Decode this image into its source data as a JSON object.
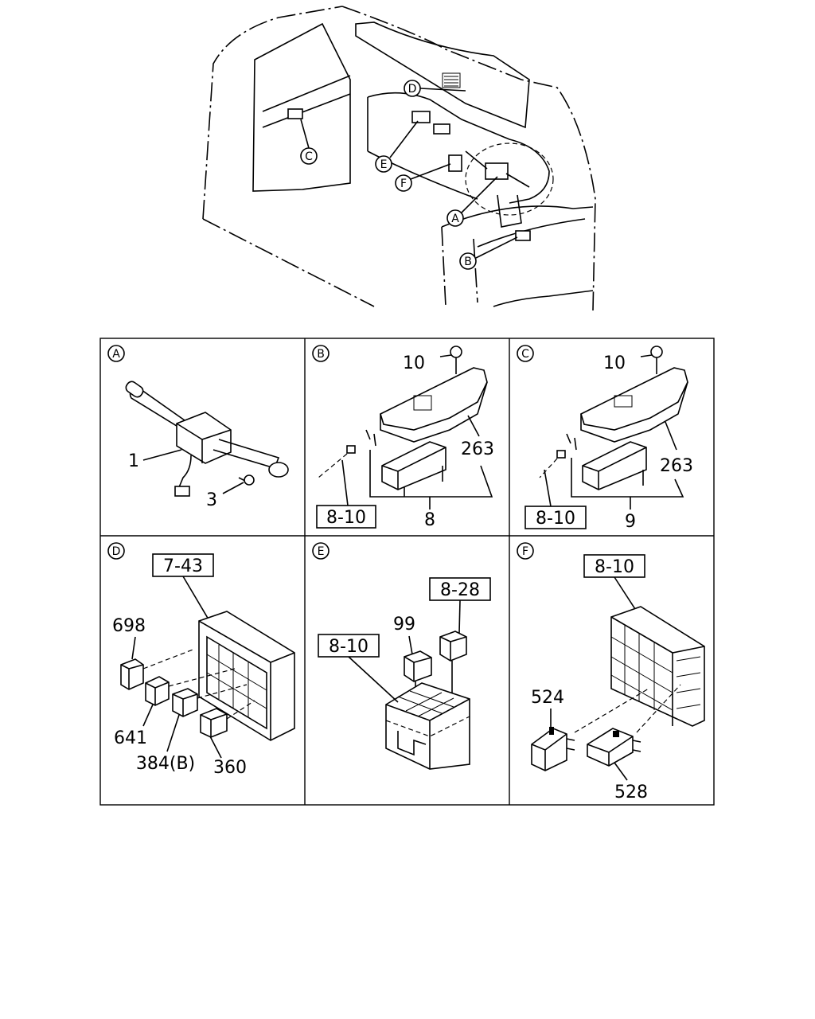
{
  "callouts": {
    "overview": [
      "D",
      "C",
      "E",
      "F",
      "A",
      "B"
    ],
    "panels": [
      "A",
      "B",
      "C",
      "D",
      "E",
      "F"
    ]
  },
  "panel_a": {
    "part_1": "1",
    "part_3": "3"
  },
  "panel_b": {
    "part_10": "10",
    "part_263": "263",
    "part_8": "8",
    "ref": "8-10"
  },
  "panel_c": {
    "part_10": "10",
    "part_263": "263",
    "part_9": "9",
    "ref": "8-10"
  },
  "panel_d": {
    "ref": "7-43",
    "part_698": "698",
    "part_641": "641",
    "part_384": "384(B)",
    "part_360": "360"
  },
  "panel_e": {
    "ref_1": "8-28",
    "ref_2": "8-10",
    "part_99": "99"
  },
  "panel_f": {
    "ref": "8-10",
    "part_524": "524",
    "part_528": "528"
  }
}
